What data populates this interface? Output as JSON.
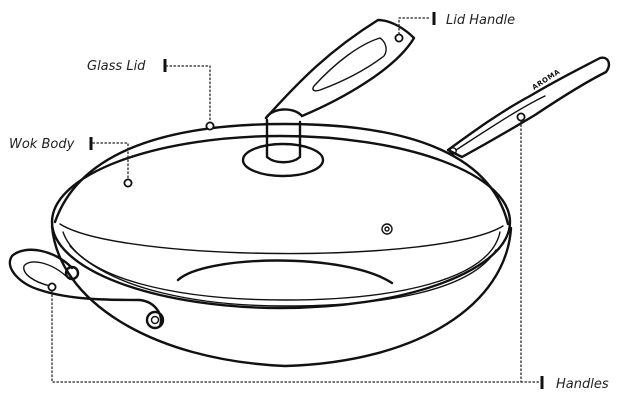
{
  "labels": {
    "lid_handle": "Lid Handle",
    "glass_lid": "Glass Lid",
    "wok_body": "Wok Body",
    "handles": "Handles"
  },
  "brand_mark": "AROMA",
  "colors": {
    "ink": "#111111",
    "background": "#ffffff"
  }
}
